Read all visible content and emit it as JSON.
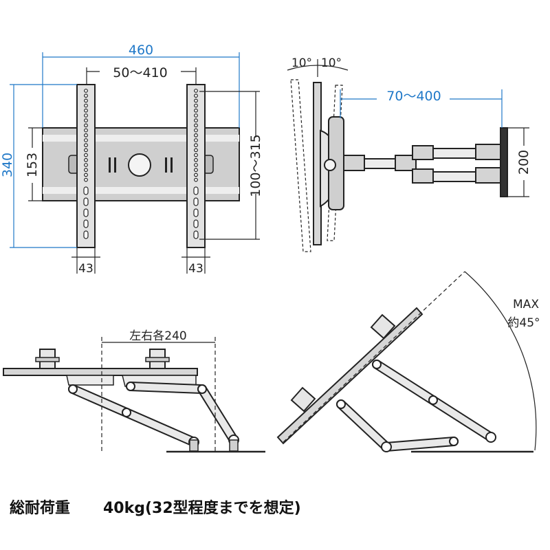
{
  "front_view": {
    "width_total": "460",
    "width_mount": "50～410",
    "height_total": "340",
    "height_plate": "153",
    "height_mount": "100～315",
    "rail_width_left": "43",
    "rail_width_right": "43"
  },
  "side_view": {
    "tilt_left": "10°",
    "tilt_right": "10°",
    "extension": "70～400",
    "wall_plate_height": "200"
  },
  "swivel_view": {
    "side_travel": "左右各240"
  },
  "rotation_view": {
    "max_label": "MAX",
    "angle_label": "約45°"
  },
  "caption": {
    "load_label": "総耐荷重",
    "load_value": "40kg(32型程度までを想定)"
  },
  "colors": {
    "dimension_blue": "#1f78c8",
    "line_black": "#222222",
    "fill_gray": "#cccccc",
    "fill_light": "#e6e6e6"
  }
}
